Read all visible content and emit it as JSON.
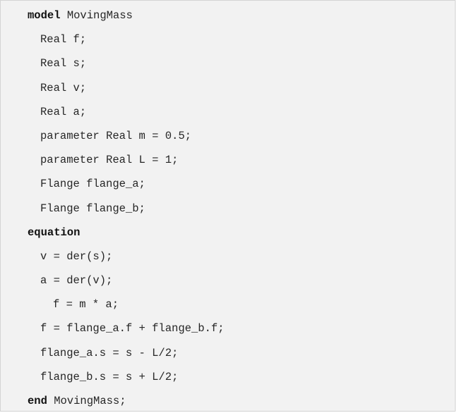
{
  "code": {
    "lines": [
      {
        "keyword": "model",
        "text": " MovingMass"
      },
      {
        "text": "Real f;"
      },
      {
        "text": "Real s;"
      },
      {
        "text": "Real v;"
      },
      {
        "text": "Real a;"
      },
      {
        "text": "parameter Real m = 0.5;"
      },
      {
        "text": "parameter Real L = 1;"
      },
      {
        "text": "Flange flange_a;"
      },
      {
        "text": "Flange flange_b;"
      },
      {
        "keyword": "equation"
      },
      {
        "text": "v = der(s);"
      },
      {
        "text": "a = der(v);"
      },
      {
        "text": "f = m * a;"
      },
      {
        "text": "f = flange_a.f + flange_b.f;"
      },
      {
        "text": "flange_a.s = s - L/2;"
      },
      {
        "text": "flange_b.s = s + L/2;"
      },
      {
        "keyword": "end",
        "text": " MovingMass;"
      }
    ]
  }
}
